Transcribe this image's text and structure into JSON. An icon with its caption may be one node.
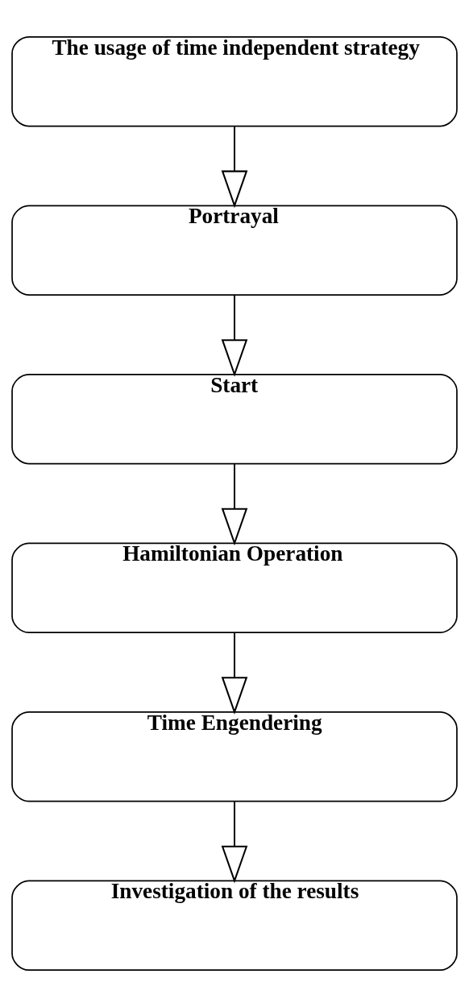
{
  "diagram": {
    "nodes": [
      {
        "text": [
          "The usage of time independent strategy"
        ]
      },
      {
        "text": [
          "Portrayal"
        ]
      },
      {
        "text": [
          "Start"
        ]
      },
      {
        "text": [
          "Hamiltonian Operation"
        ]
      },
      {
        "text": [
          "Time Engendering"
        ]
      },
      {
        "text": [
          "Investigation of the results"
        ]
      }
    ],
    "edges": [
      {
        "from": 0,
        "to": 1,
        "arrow": "to"
      },
      {
        "from": 1,
        "to": 2,
        "arrow": "to"
      },
      {
        "from": 2,
        "to": 3,
        "arrow": "to"
      },
      {
        "from": 3,
        "to": 4,
        "arrow": "to"
      },
      {
        "from": 4,
        "to": 5,
        "arrow": "to"
      }
    ]
  }
}
